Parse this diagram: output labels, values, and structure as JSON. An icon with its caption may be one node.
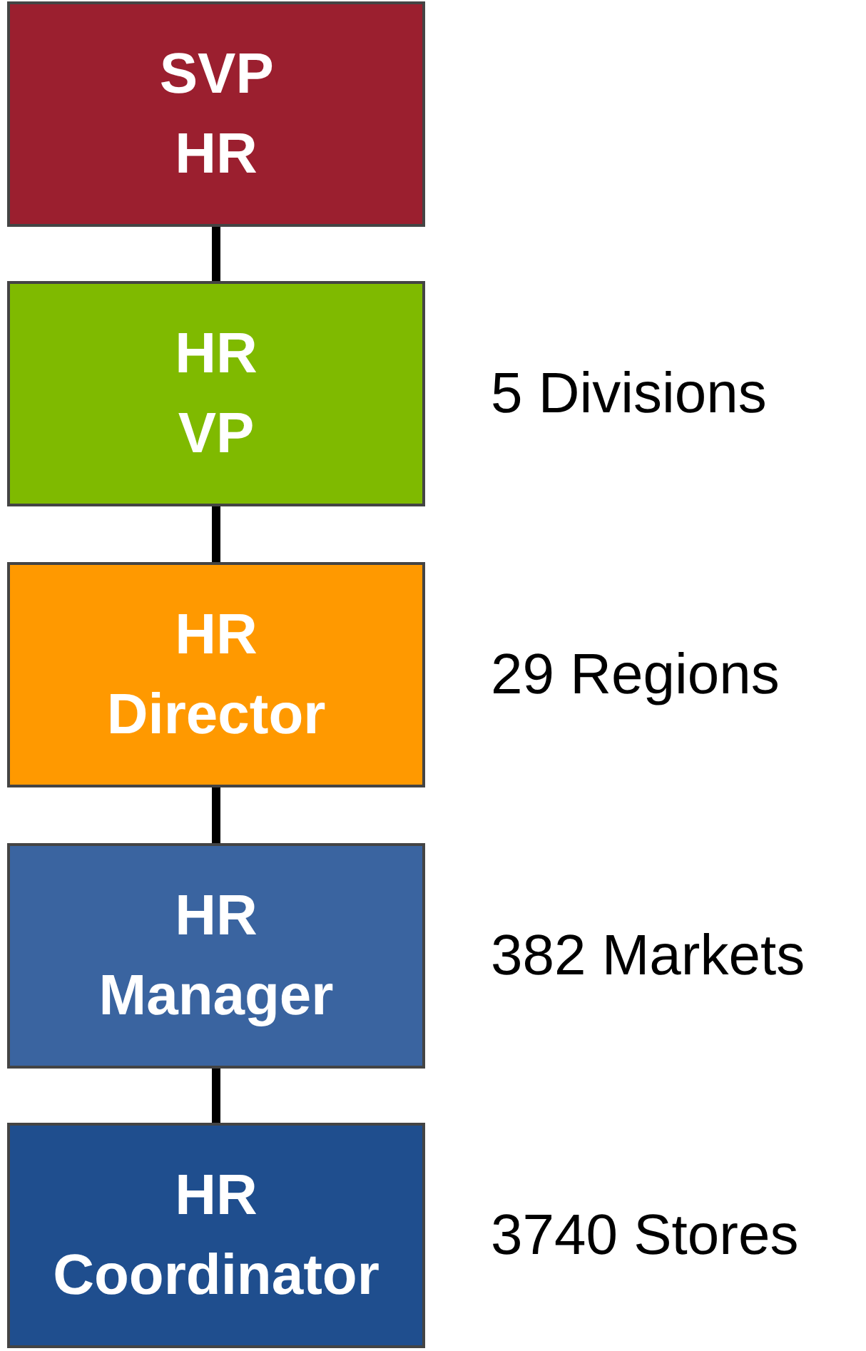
{
  "diagram": {
    "nodes": [
      {
        "text": [
          "SVP HR"
        ]
      },
      {
        "text": [
          "HR VP"
        ],
        "beside": [
          "5 Divisions"
        ]
      },
      {
        "text": [
          "HR Director"
        ],
        "beside": [
          "29 Regions"
        ]
      },
      {
        "text": [
          "HR Manager"
        ],
        "beside": [
          "382 Markets"
        ]
      },
      {
        "text": [
          "HR Coordinator"
        ],
        "beside": [
          "3740 Stores"
        ]
      }
    ],
    "edges": [
      {
        "from": 0,
        "to": 1,
        "arrow": "none"
      },
      {
        "from": 1,
        "to": 2,
        "arrow": "none"
      },
      {
        "from": 2,
        "to": 3,
        "arrow": "none"
      },
      {
        "from": 3,
        "to": 4,
        "arrow": "none"
      }
    ]
  }
}
